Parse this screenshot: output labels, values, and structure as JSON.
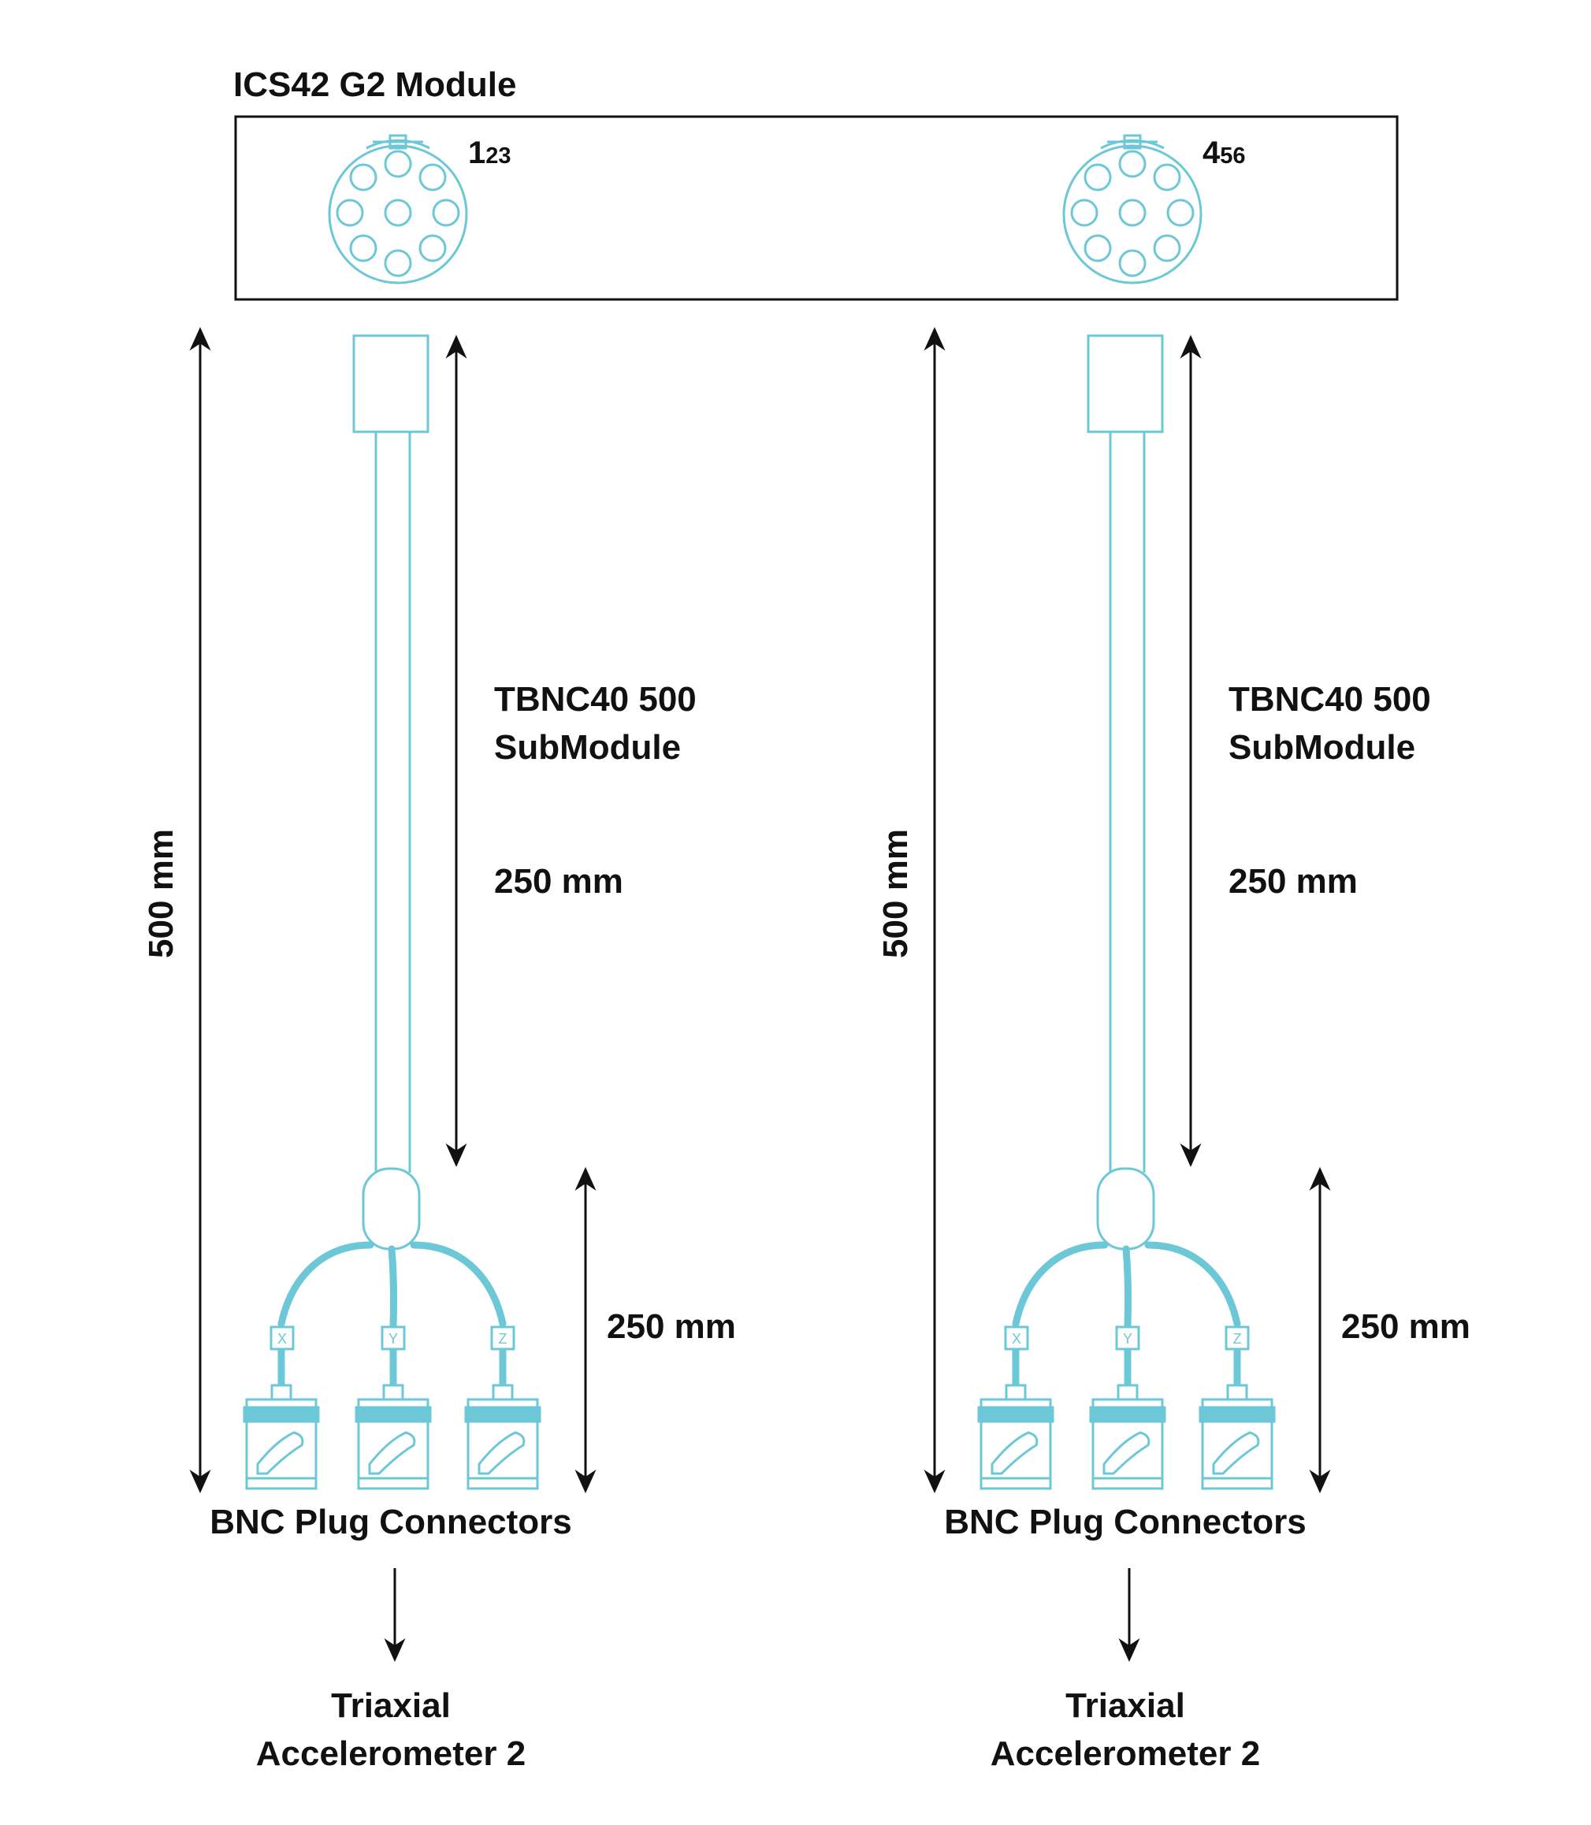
{
  "module_title": "ICS42 G2 Module",
  "colors": {
    "cable": "#6cc8d6",
    "ink": "#111111",
    "fill": "#ffffff"
  },
  "assemblies": [
    {
      "port_main": "1",
      "port_sub": "23",
      "submodule_line1": "TBNC40 500",
      "submodule_line2": "SubModule",
      "total_length": "500 mm",
      "cable_length": "250 mm",
      "branch_length": "250 mm",
      "channels": [
        "X",
        "Y",
        "Z"
      ],
      "connectors_label": "BNC Plug Connectors",
      "target_line1": "Triaxial",
      "target_line2": "Accelerometer 2"
    },
    {
      "port_main": "4",
      "port_sub": "56",
      "submodule_line1": "TBNC40 500",
      "submodule_line2": "SubModule",
      "total_length": "500 mm",
      "cable_length": "250 mm",
      "branch_length": "250 mm",
      "channels": [
        "X",
        "Y",
        "Z"
      ],
      "connectors_label": "BNC Plug Connectors",
      "target_line1": "Triaxial",
      "target_line2": "Accelerometer 2"
    }
  ]
}
